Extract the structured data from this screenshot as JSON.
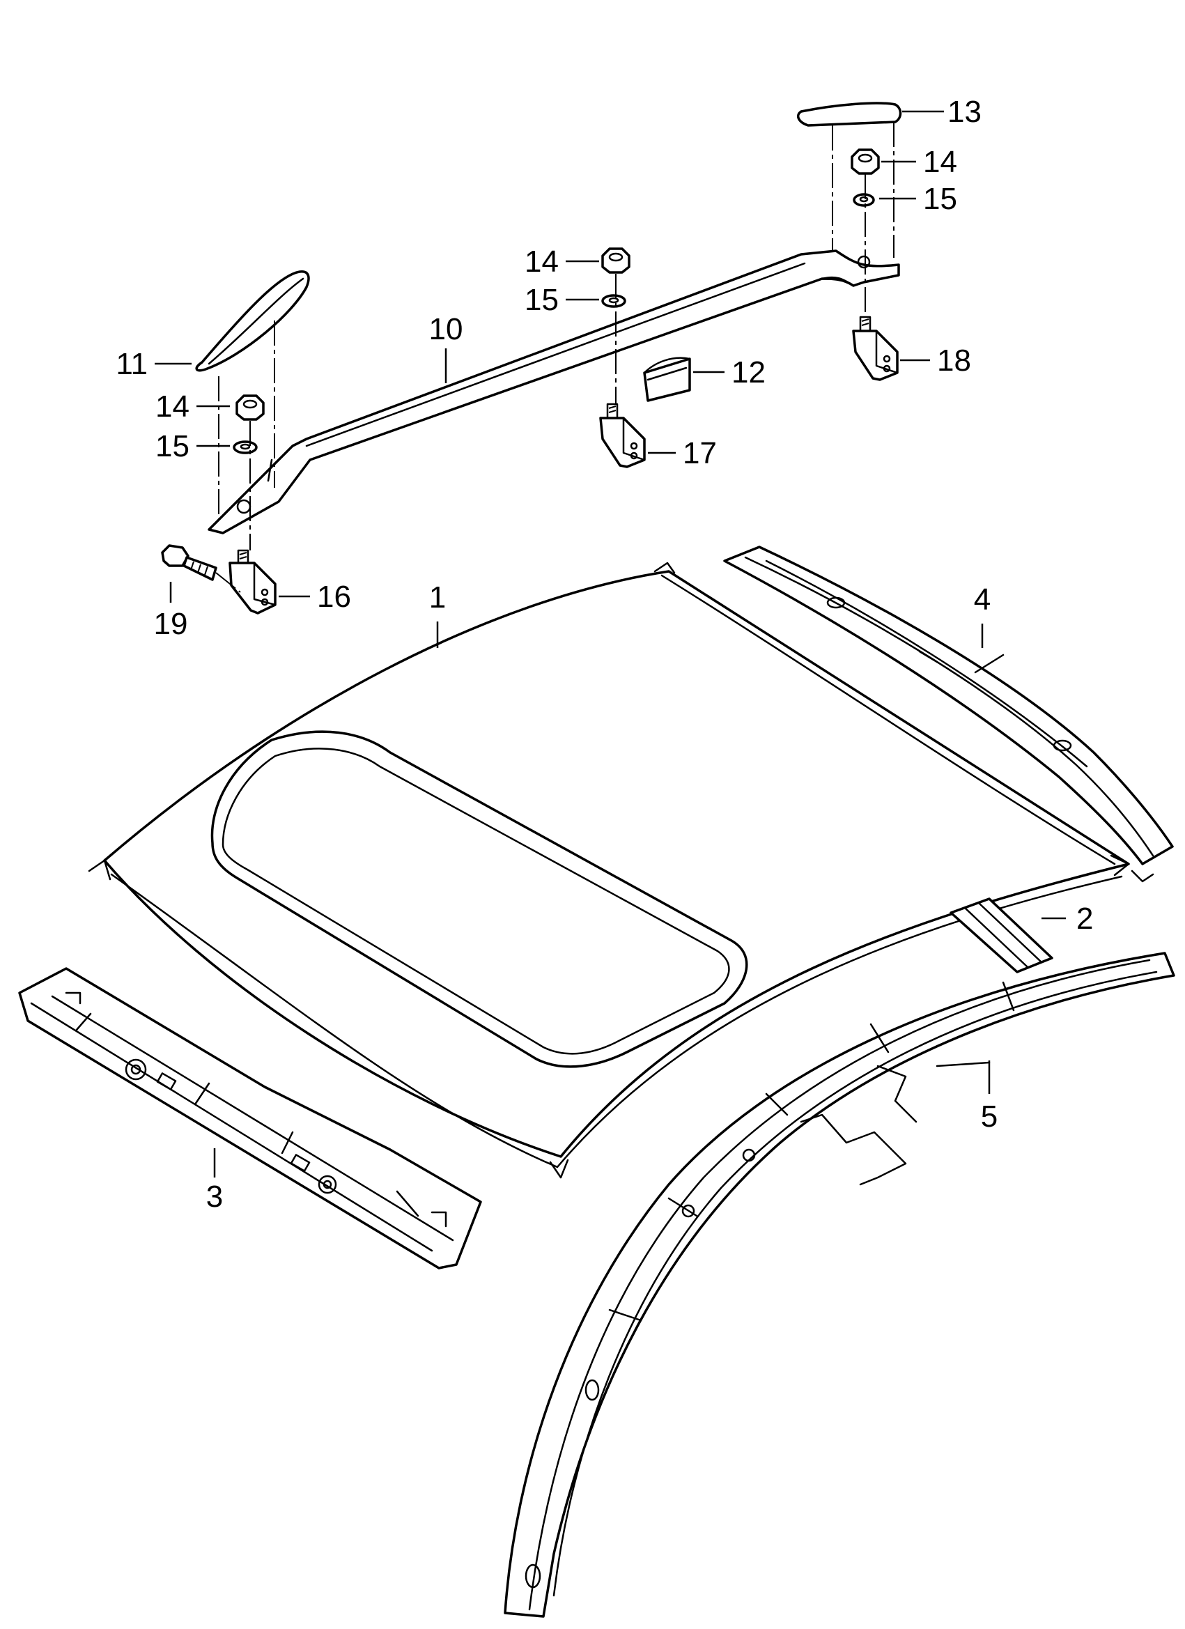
{
  "callouts": {
    "c1": "1",
    "c2": "2",
    "c3": "3",
    "c4": "4",
    "c5": "5",
    "c10": "10",
    "c11": "11",
    "c12": "12",
    "c13": "13",
    "c14a": "14",
    "c14b": "14",
    "c14c": "14",
    "c15a": "15",
    "c15b": "15",
    "c15c": "15",
    "c16": "16",
    "c17": "17",
    "c18": "18",
    "c19": "19"
  }
}
